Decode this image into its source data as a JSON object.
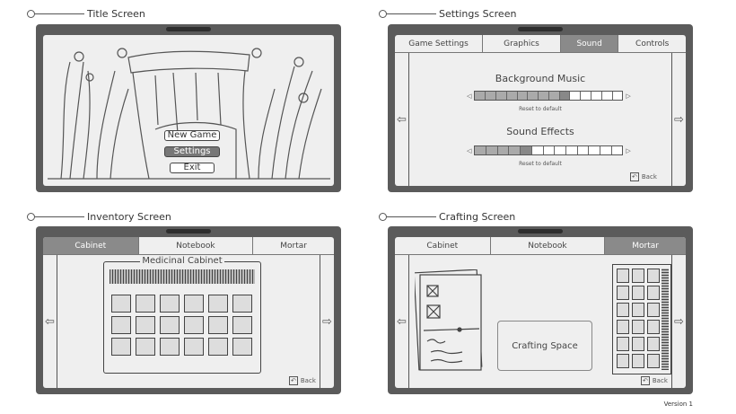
{
  "panels": {
    "title": {
      "label": "Title Screen",
      "menu": [
        "New Game",
        "Settings",
        "Exit"
      ],
      "selected": "Settings"
    },
    "settings": {
      "label": "Settings Screen",
      "tabs": [
        "Game Settings",
        "Graphics",
        "Sound",
        "Controls"
      ],
      "active_tab": "Sound",
      "sliders": [
        {
          "title": "Background Music",
          "segments": 14,
          "level": 9,
          "reset": "Reset to default"
        },
        {
          "title": "Sound Effects",
          "segments": 13,
          "level": 5,
          "reset": "Reset to default"
        }
      ],
      "back": "Back"
    },
    "inventory": {
      "label": "Inventory Screen",
      "tabs": [
        "Cabinet",
        "Notebook",
        "Mortar"
      ],
      "active_tab": "Cabinet",
      "cabinet_title": "Medicinal Cabinet",
      "back": "Back"
    },
    "crafting": {
      "label": "Crafting Screen",
      "tabs": [
        "Cabinet",
        "Notebook",
        "Mortar"
      ],
      "active_tab": "Mortar",
      "crafting_space": "Crafting Space",
      "back": "Back"
    }
  },
  "version": "Version 1",
  "colors": {
    "frame": "#5b5b5b",
    "screen": "#efefef",
    "active": "#8a8a8a"
  }
}
